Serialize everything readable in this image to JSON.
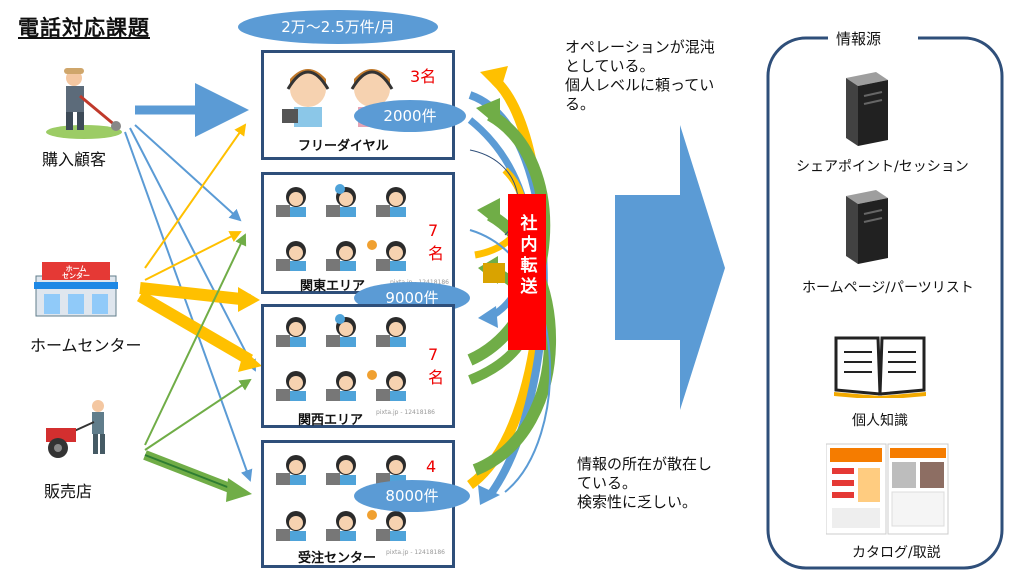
{
  "title": "電話対応課題",
  "volume_label": "2万～2.5万件/月",
  "customers": [
    {
      "label": "購入顧客",
      "icon": "farmer-with-trimmer-icon"
    },
    {
      "label": "ホームセンター",
      "icon": "home-center-store-icon",
      "sign_text": "ホーム\nセンター"
    },
    {
      "label": "販売店",
      "icon": "tiller-operator-icon"
    }
  ],
  "centers": [
    {
      "name": "フリーダイヤル",
      "staff": "3名",
      "calls": "2000件"
    },
    {
      "name": "関東エリア",
      "staff": "7名",
      "calls": ""
    },
    {
      "name": "関西エリア",
      "staff": "7名",
      "calls": "9000件"
    },
    {
      "name": "受注センター",
      "staff": "4名",
      "calls": "8000件"
    }
  ],
  "watermark": "pixta.jp - 12418186",
  "internal_transfer": "社内転送",
  "notes": {
    "top": "オペレーションが混沌\nとしている。\n個人レベルに頼ってい\nる。",
    "bottom": "情報の所在が散在し\nている。\n検索性に乏しい。"
  },
  "info_sources": {
    "title": "情報源",
    "items": [
      {
        "label": "シェアポイント/セッション",
        "icon": "server-icon"
      },
      {
        "label": "ホームページ/パーツリスト",
        "icon": "server-icon"
      },
      {
        "label": "個人知識",
        "icon": "book-icon"
      },
      {
        "label": "カタログ/取説",
        "icon": "catalog-icon"
      }
    ]
  },
  "colors": {
    "box_border": "#2f4f7a",
    "ellipse": "#5b9bd5",
    "big_arrow": "#5b9bd5",
    "transfer_box": "#ff0000",
    "arrow_blue": "#5b9bd5",
    "arrow_yellow": "#ffc000",
    "arrow_green": "#70ad47",
    "staff_count": "#ee0000"
  }
}
